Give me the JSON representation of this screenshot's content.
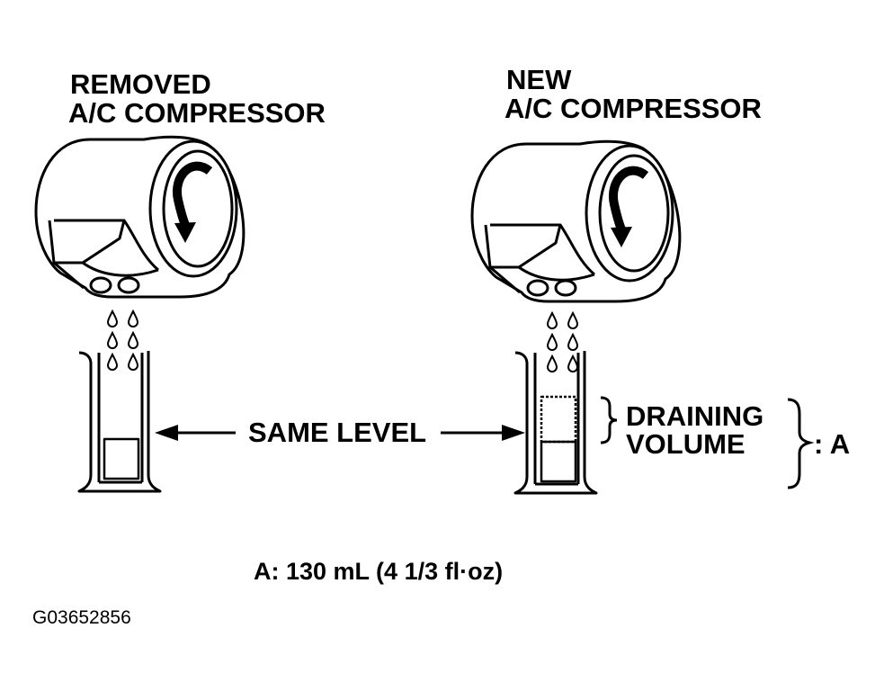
{
  "labels": {
    "removed_line1": "REMOVED",
    "removed_line2": "A/C COMPRESSOR",
    "new_line1": "NEW",
    "new_line2": "A/C COMPRESSOR",
    "same_level": "SAME LEVEL",
    "draining_line1": "DRAINING",
    "draining_line2": "VOLUME",
    "a_marker": ": A",
    "note": "A: 130 mL (4 1/3 fl·oz)",
    "figure_code": "G03652856"
  },
  "colors": {
    "line": "#000000",
    "background": "#ffffff"
  }
}
